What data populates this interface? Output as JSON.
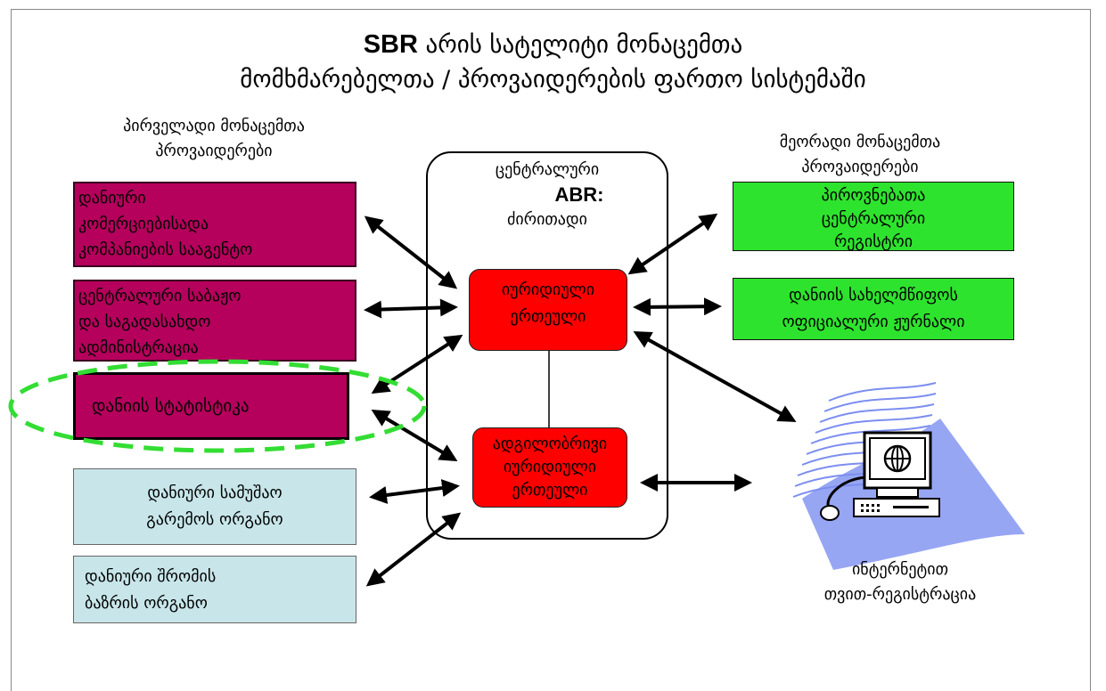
{
  "title": {
    "line1_bold": "SBR",
    "line1_rest": " არის სატელიტი მონაცემთა",
    "line2": "მომხმარებელთა / პროვაიდერების ფართო სისტემაში"
  },
  "primary_providers": {
    "heading_line1": "პირველადი მონაცემთა",
    "heading_line2": "პროვაიდერები",
    "box1": [
      "დანიური",
      "კომერციებისადა",
      "კომპანიების სააგენტო"
    ],
    "box2": [
      "ცენტრალური  საბაჟო",
      "და საგადასახდო",
      "ადმინისტრაცია"
    ],
    "box3": "დანიის  სტატისტიკა",
    "box4": [
      "დანიური სამუშაო",
      "გარემოს   ორგანო"
    ],
    "box5": [
      "დანიური   შრომის",
      "ბაზრის    ორგანო"
    ]
  },
  "central": {
    "line1": "ცენტრალური",
    "line2": "ABR:",
    "line3": "ძირითადი",
    "unit1": [
      "იურიდიული",
      "ერთეული"
    ],
    "unit2": [
      "ადგილობრივი",
      "იურიდიული",
      "ერთეული"
    ]
  },
  "secondary_providers": {
    "heading_line1": "მეორადი მონაცემთა",
    "heading_line2": "პროვაიდერები",
    "box1": [
      "პიროვნებათა",
      "ცენტრალური",
      "რეგისტრი"
    ],
    "box2": [
      "დანიის სახელმწიფოს",
      "ოფიციალური ჟურნალი"
    ]
  },
  "internet": {
    "line1": "ინტერნეტით",
    "line2": "თვით-რეგისტრაცია",
    "icon": "computer-globe-icon"
  },
  "colors": {
    "primary_box": "#b5005c",
    "secondary_box": "#2ee32e",
    "unit_box": "#ff0000",
    "light_box": "#c8e6ea",
    "highlight_ellipse": "#33dd33"
  }
}
